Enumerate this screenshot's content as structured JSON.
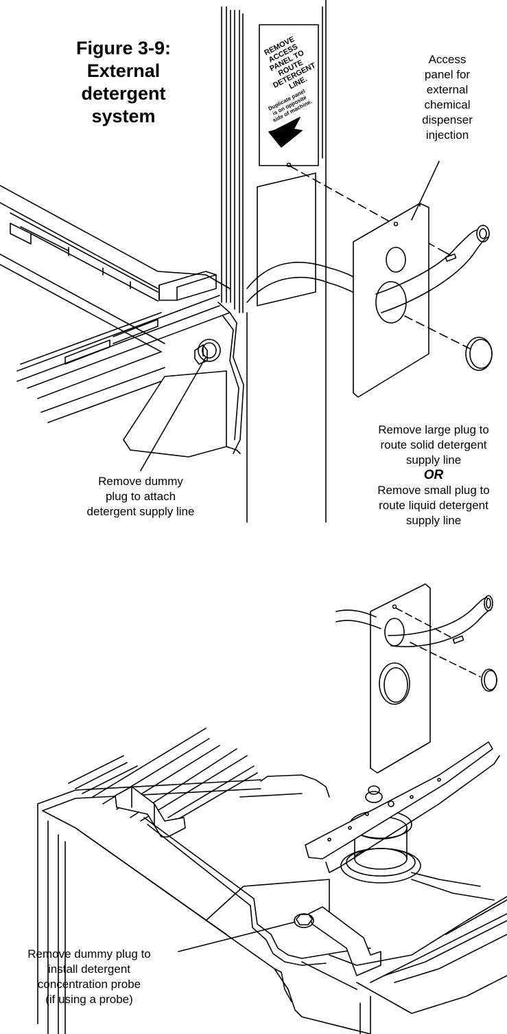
{
  "figure": {
    "title_lines": [
      "Figure 3-9:",
      "External",
      "detergent",
      "system"
    ]
  },
  "sign": {
    "heading_lines": [
      "REMOVE",
      "ACCESS",
      "PANEL TO",
      "ROUTE",
      "DETERGENT",
      "LINE."
    ],
    "note_lines": [
      "Duplicate panel",
      "is on opposite",
      "side of machine."
    ]
  },
  "callouts": {
    "access_panel": [
      "Access",
      "panel for",
      "external",
      "chemical",
      "dispenser",
      "injection"
    ],
    "dummy_plug_supply": [
      "Remove dummy",
      "plug to attach",
      "detergent supply line"
    ],
    "large_plug": [
      "Remove large plug to",
      "route solid detergent",
      "supply line"
    ],
    "or_word": "OR",
    "small_plug": [
      "Remove small plug to",
      "route liquid detergent",
      "supply line"
    ],
    "dummy_plug_probe": [
      "Remove dummy plug to",
      "install detergent",
      "concentration probe",
      "(if using a probe)"
    ]
  }
}
